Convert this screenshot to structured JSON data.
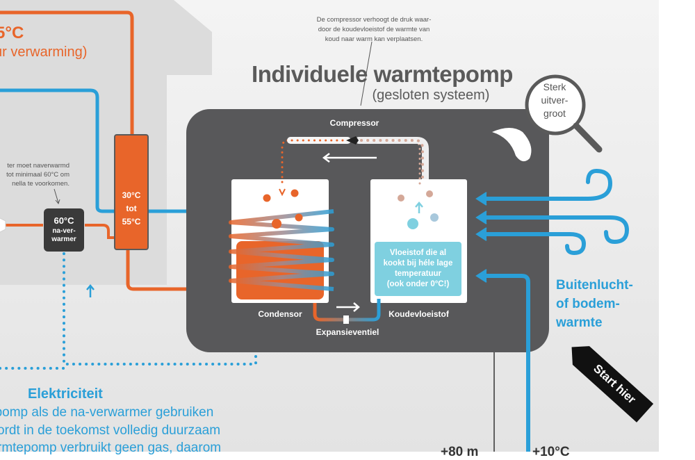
{
  "header": {
    "caption_lines": [
      "De compressor verhoogt de druk waar-",
      "door de koudevloeistof de warmte van",
      "koud naar warm kan verplaatsen."
    ],
    "title": "Individuele warmtepomp",
    "subtitle": "(gesloten systeem)"
  },
  "left": {
    "supply_temp": "5°C",
    "supply_label": "ur verwarming)",
    "note_lines": [
      "ter moet naverwarmd",
      "tot minimaal 60°C om",
      "nella te voorkomen."
    ],
    "booster": {
      "temp": "60°C",
      "line1": "na-ver-",
      "line2": "warmer"
    },
    "exchanger": {
      "line1": "30°C",
      "line2": "tot",
      "line3": "55°C"
    }
  },
  "pump": {
    "compressor": "Compressor",
    "condensor": "Condensor",
    "refrigerant": "Koudevloeistof",
    "valve": "Expansieventiel",
    "info_lines": [
      "Vloeistof die al",
      "kookt bij héle lage",
      "temperatuur",
      "(ook onder 0°C!)"
    ]
  },
  "magnifier": {
    "lines": [
      "Sterk",
      "uitver-",
      "groot"
    ]
  },
  "outside": {
    "lines": [
      "Buitenlucht-",
      "of bodem-",
      "warmte"
    ]
  },
  "start": {
    "label": "Start hier"
  },
  "electricity": {
    "title": "Elektriciteit",
    "lines": [
      "epomp als de na-verwarmer gebruiken",
      "ordt in de toekomst volledig duurzaam",
      "rmtepomp verbruikt geen gas, daarom"
    ]
  },
  "bottom": {
    "depth": "+80 m",
    "temp": "+10°C"
  },
  "colors": {
    "orange": "#e8652a",
    "blue": "#2a9fd8",
    "housing": "#58585a",
    "house_bg": "#dcdcdc",
    "info_box": "#7fd0e0"
  }
}
